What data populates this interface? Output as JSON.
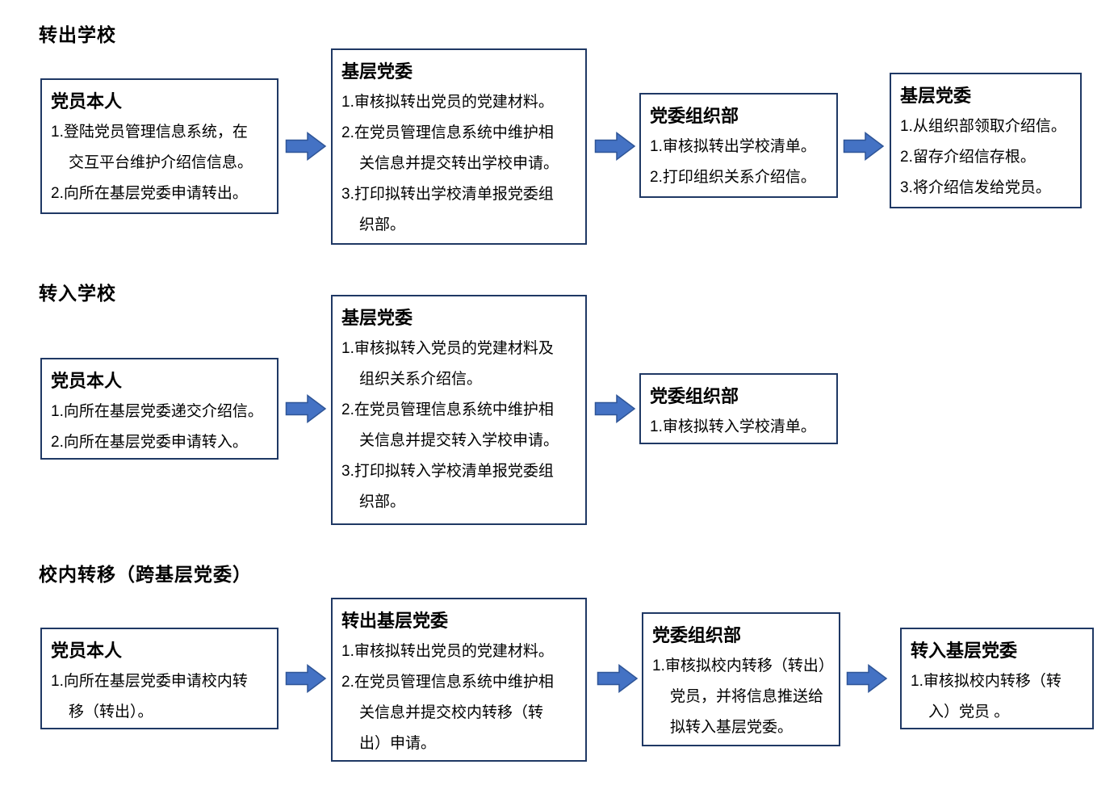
{
  "colors": {
    "box_border": "#1f3864",
    "arrow_fill": "#4472c4",
    "arrow_stroke": "#2f5597",
    "text": "#000000",
    "background": "#ffffff"
  },
  "sections": [
    {
      "title": "转出学校",
      "boxes": [
        {
          "heading": "党员本人",
          "items": [
            "1.登陆党员管理信息系统，在\n交互平台维护介绍信信息。",
            "2.向所在基层党委申请转出。"
          ]
        },
        {
          "heading": "基层党委",
          "items": [
            "1.审核拟转出党员的党建材料。",
            "2.在党员管理信息系统中维护相\n关信息并提交转出学校申请。",
            "3.打印拟转出学校清单报党委组\n织部。"
          ]
        },
        {
          "heading": "党委组织部",
          "items": [
            "1.审核拟转出学校清单。",
            "2.打印组织关系介绍信。"
          ]
        },
        {
          "heading": "基层党委",
          "items": [
            "1.从组织部领取介绍信。",
            "2.留存介绍信存根。",
            "3.将介绍信发给党员。"
          ]
        }
      ]
    },
    {
      "title": "转入学校",
      "boxes": [
        {
          "heading": "党员本人",
          "items": [
            "1.向所在基层党委递交介绍信。",
            "2.向所在基层党委申请转入。"
          ]
        },
        {
          "heading": "基层党委",
          "items": [
            "1.审核拟转入党员的党建材料及\n组织关系介绍信。",
            "2.在党员管理信息系统中维护相\n关信息并提交转入学校申请。",
            "3.打印拟转入学校清单报党委组\n织部。"
          ]
        },
        {
          "heading": "党委组织部",
          "items": [
            "1.审核拟转入学校清单。"
          ]
        }
      ]
    },
    {
      "title": "校内转移（跨基层党委）",
      "boxes": [
        {
          "heading": "党员本人",
          "items": [
            "1.向所在基层党委申请校内转\n移（转出）。"
          ]
        },
        {
          "heading": "转出基层党委",
          "items": [
            "1.审核拟转出党员的党建材料。",
            "2.在党员管理信息系统中维护相\n关信息并提交校内转移（转\n出）申请。"
          ]
        },
        {
          "heading": "党委组织部",
          "items": [
            "1.审核拟校内转移（转出）\n党员，并将信息推送给\n拟转入基层党委。"
          ]
        },
        {
          "heading": "转入基层党委",
          "items": [
            "1.审核拟校内转移（转\n入）党员 。"
          ]
        }
      ]
    }
  ]
}
